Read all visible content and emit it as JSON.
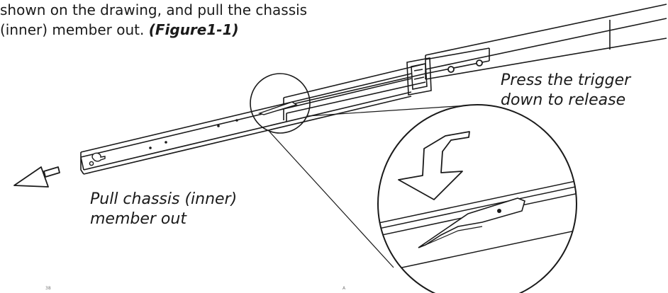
{
  "intro": {
    "line1": "shown on the drawing, and pull the chassis",
    "line2": "(inner) member out.",
    "figure_ref": "(Figure1-1)"
  },
  "callouts": {
    "trigger": [
      "Press the trigger",
      "down to release"
    ],
    "pull": [
      "Pull chassis (inner)",
      "member out"
    ]
  },
  "footer": {
    "page_number": "38",
    "marker": "A"
  },
  "icons": {
    "direction": "arrow-left-icon",
    "press": "curved-arrow-down-icon"
  }
}
